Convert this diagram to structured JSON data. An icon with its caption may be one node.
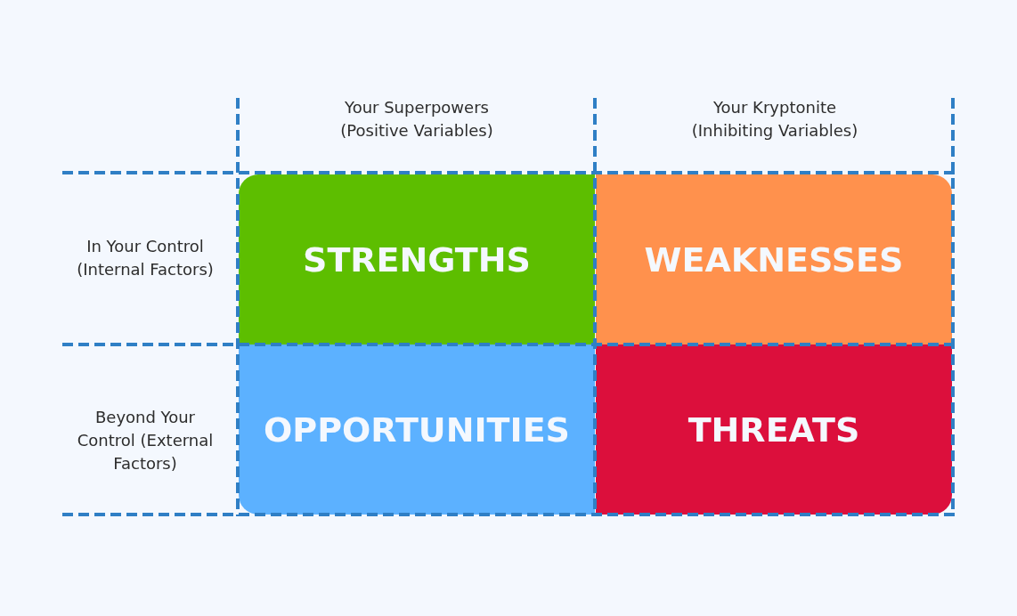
{
  "diagram": {
    "nodes": [
      {
        "text": [
          "STRENGTHS"
        ]
      },
      {
        "text": [
          "WEAKNESSES"
        ]
      },
      {
        "text": [
          "OPPORTUNITIES"
        ]
      },
      {
        "text": [
          "THREATS"
        ]
      }
    ],
    "labels": [
      "Your Superpowers (Positive Variables)",
      "Your Kryptonite (Inhibiting Variables)",
      "In Your Control (Internal Factors)",
      "Beyond Your Control (External Factors)"
    ]
  }
}
